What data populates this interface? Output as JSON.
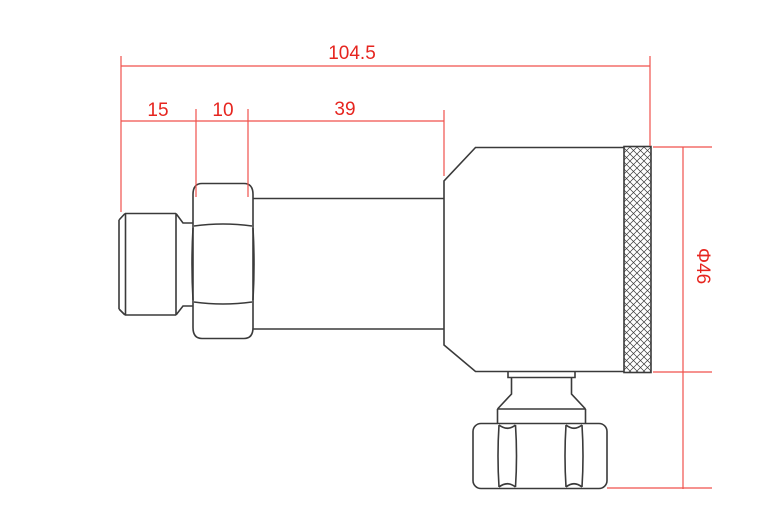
{
  "drawing": {
    "background": "#ffffff",
    "colors": {
      "outline": "#3a3a3a",
      "dimension": "#f0524c",
      "dimension_text": "#e6251f"
    },
    "dimensions": {
      "total_length": "104.5",
      "thread_length": "15",
      "hex_length": "10",
      "neck_length": "39",
      "diameter": "Φ46"
    }
  }
}
